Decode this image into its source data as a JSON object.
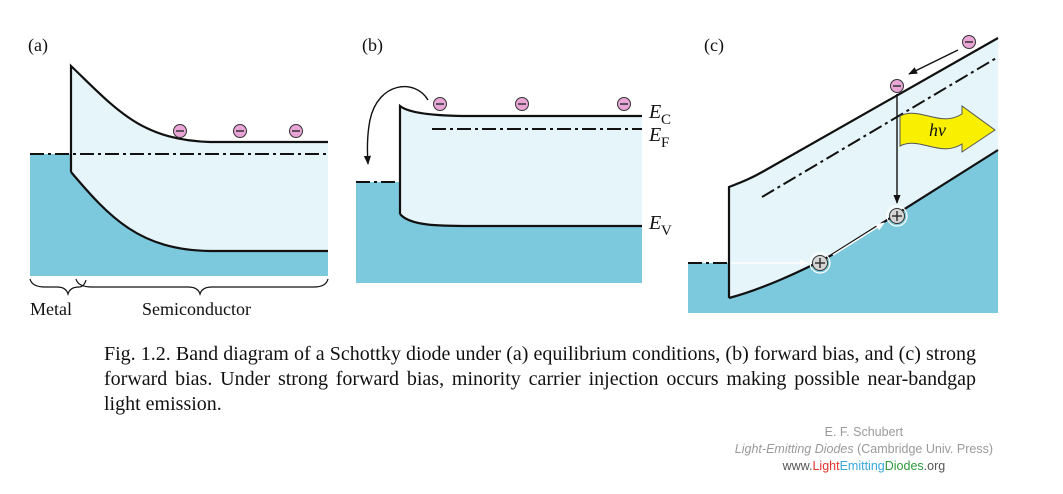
{
  "panels": {
    "a": {
      "label": "(a)",
      "metal_label": "Metal",
      "semiconductor_label": "Semiconductor"
    },
    "b": {
      "label": "(b)",
      "ec_main": "E",
      "ec_sub": "C",
      "ef_main": "E",
      "ef_sub": "F",
      "ev_main": "E",
      "ev_sub": "V"
    },
    "c": {
      "label": "(c)",
      "photon_label": "hν"
    }
  },
  "caption": "Fig. 1.2. Band diagram of a Schottky diode under (a) equilibrium conditions, (b) forward bias, and (c) strong forward bias. Under strong forward bias, minority carrier injection occurs making possible near-bandgap light emission.",
  "credit": {
    "author": "E. F. Schubert",
    "book": "Light-Emitting Diodes",
    "publisher": " (Cambridge Univ. Press)",
    "site_prefix": "www.",
    "site_light": "Light",
    "site_emitting": "Emitting",
    "site_diodes": "Diodes",
    "site_suffix": ".org"
  },
  "colors": {
    "band_fill": "#e6f5fa",
    "valence_fill": "#7cc9dd",
    "electron_fill": "#e8a5d6",
    "hole_fill": "#d4d4d4",
    "photon_fill": "#f8f000",
    "site_light": "#e7342b",
    "site_emitting": "#38a8dd",
    "site_diodes": "#2f9a3c"
  },
  "icons": {
    "electron": "minus-circle-icon",
    "hole": "plus-circle-icon",
    "photon": "wavy-arrow-icon"
  }
}
